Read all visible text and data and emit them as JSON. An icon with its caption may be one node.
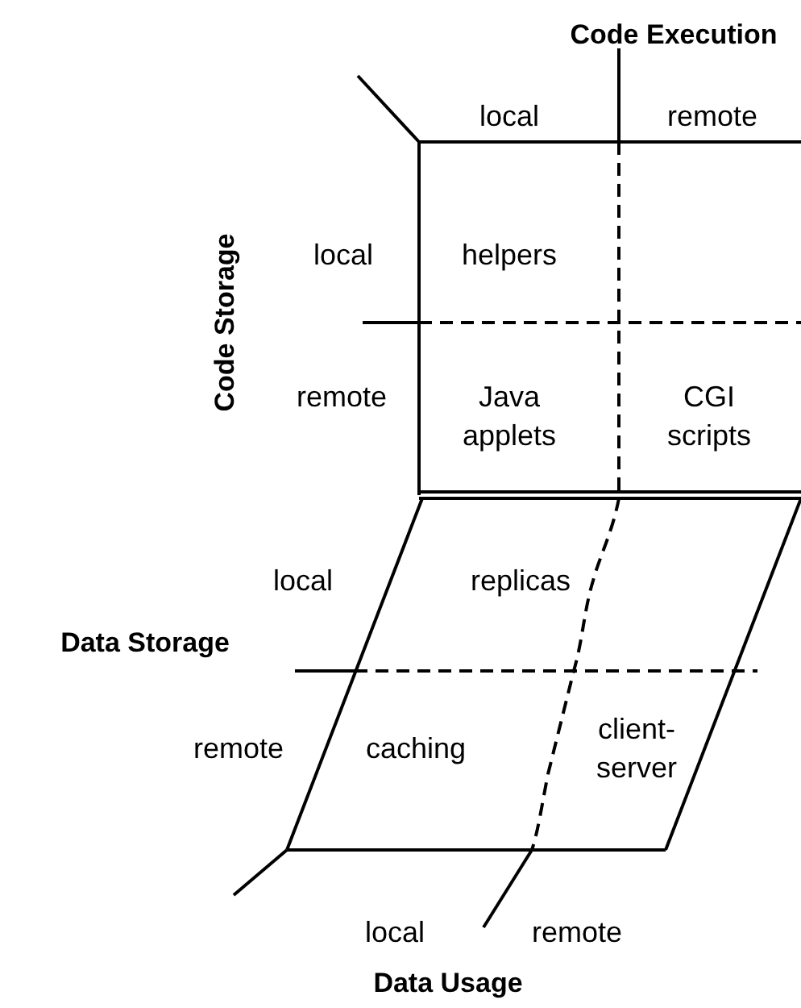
{
  "diagram": {
    "labels": [
      "Code Execution",
      "local",
      "remote",
      "Code Storage",
      "local",
      "helpers",
      "remote",
      "Java applets",
      "CGI scripts",
      "local",
      "replicas",
      "Data Storage",
      "remote",
      "caching",
      "client-server",
      "local",
      "remote",
      "Data Usage"
    ]
  }
}
